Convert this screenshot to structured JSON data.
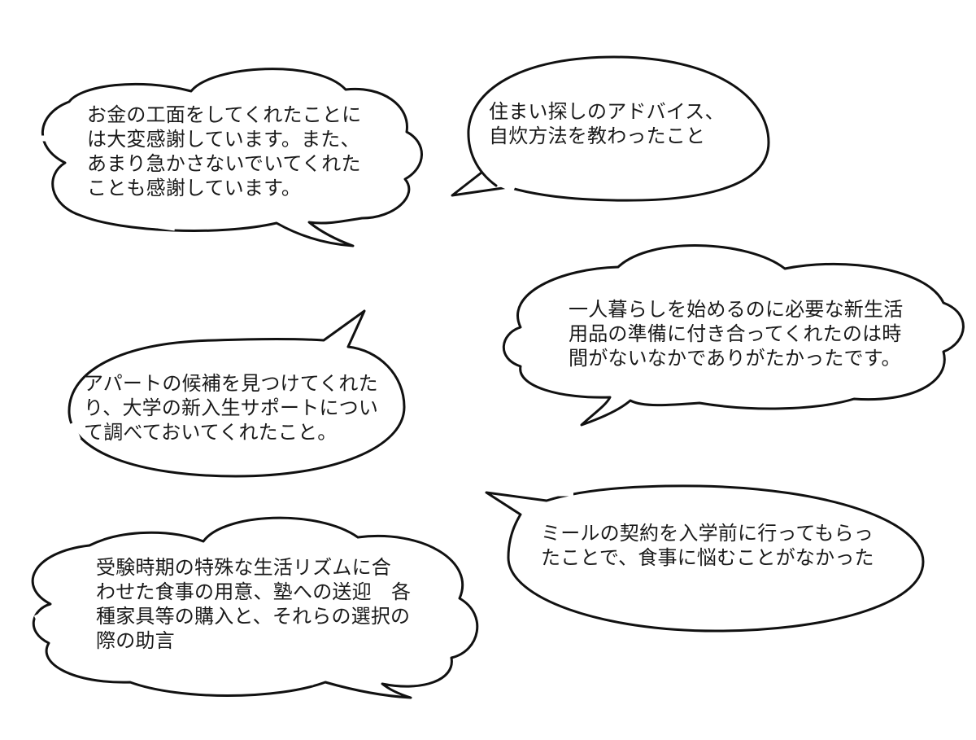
{
  "bubbles": [
    {
      "id": "money",
      "lines": [
        "お金の工面をしてくれたことに",
        "は大変感謝しています。また、",
        "あまり急かさないでいてくれた",
        "ことも感謝しています。"
      ]
    },
    {
      "id": "housing",
      "lines": [
        "住まい探しのアドバイス、",
        "自炊方法を教わったこと"
      ]
    },
    {
      "id": "supplies",
      "lines": [
        "一人暮らしを始めるのに必要な新生活",
        "用品の準備に付き合ってくれたのは時",
        "間がないなかでありがたかったです。"
      ]
    },
    {
      "id": "apartment",
      "lines": [
        "アパートの候補を見つけてくれた",
        "り、大学の新入生サポートについ",
        "て調べておいてくれたこと。"
      ]
    },
    {
      "id": "meal",
      "lines": [
        "ミールの契約を入学前に行ってもらっ",
        "たことで、食事に悩むことがなかった"
      ]
    },
    {
      "id": "exam",
      "lines": [
        "受験時期の特殊な生活リズムに合",
        "わせた食事の用意、塾への送迎　各",
        "種家具等の購入と、それらの選択の",
        "際の助言"
      ]
    }
  ]
}
